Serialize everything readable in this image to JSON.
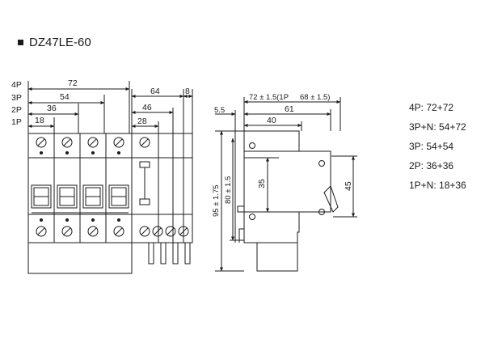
{
  "title": "DZ47LE-60",
  "front": {
    "poles": [
      "4P",
      "3P",
      "2P",
      "1P"
    ],
    "pole_widths": [
      "72",
      "54",
      "36",
      "18"
    ],
    "rcd_dims": [
      "64",
      "8",
      "46",
      "28"
    ]
  },
  "side": {
    "top_offset": "5.5",
    "w_1p": "72 ± 1.5(1P",
    "w_rcd": "68 ± 1.5)",
    "w_61": "61",
    "w_40": "40",
    "h_95": "95 ± 1.75",
    "h_80": "80 ± 1.5",
    "h_35": "35",
    "h_45": "45"
  },
  "specs": [
    "4P: 72+72",
    "3P+N: 54+72",
    "3P: 54+54",
    "2P: 36+36",
    "1P+N: 18+36"
  ],
  "colors": {
    "line": "#1a1a1a",
    "background": "#ffffff"
  }
}
